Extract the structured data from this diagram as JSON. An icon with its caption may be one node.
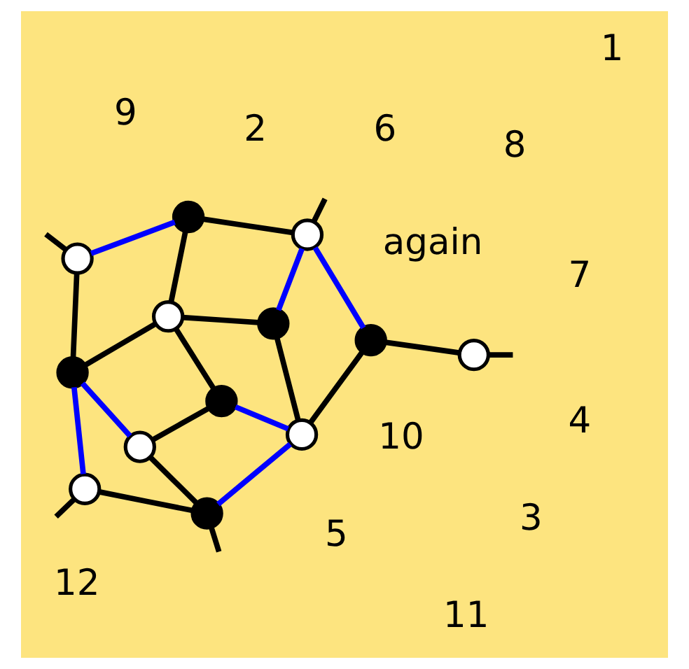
{
  "diagram": {
    "nodes": [
      {
        "text": [],
        "shape": "circle"
      },
      {
        "text": [],
        "shape": "circle"
      },
      {
        "text": [],
        "shape": "circle"
      },
      {
        "text": [],
        "shape": "circle"
      },
      {
        "text": [],
        "shape": "circle"
      },
      {
        "text": [],
        "shape": "circle"
      },
      {
        "text": [],
        "shape": "circle"
      },
      {
        "text": [],
        "shape": "circle"
      },
      {
        "text": [],
        "shape": "circle"
      },
      {
        "text": [],
        "shape": "circle"
      },
      {
        "text": [],
        "shape": "circle"
      },
      {
        "text": [],
        "shape": "circle"
      },
      {
        "text": [],
        "shape": "circle"
      }
    ],
    "edges": [
      {
        "from": null,
        "to": 0,
        "arrow": "none"
      },
      {
        "from": 0,
        "to": 1,
        "arrow": "none"
      },
      {
        "from": 0,
        "to": 2,
        "arrow": "none",
        "color": "#0000ff"
      },
      {
        "from": 0,
        "to": 7,
        "arrow": "none",
        "color": "#0000ff"
      },
      {
        "from": 1,
        "to": 3,
        "arrow": "none"
      },
      {
        "from": 1,
        "to": 4,
        "arrow": "none",
        "color": "#0000ff"
      },
      {
        "from": 2,
        "to": 3,
        "arrow": "none"
      },
      {
        "from": 2,
        "to": 6,
        "arrow": "none"
      },
      {
        "from": null,
        "to": 4,
        "arrow": "none"
      },
      {
        "from": 3,
        "to": 8,
        "arrow": "none"
      },
      {
        "from": 3,
        "to": 5,
        "arrow": "none"
      },
      {
        "from": 4,
        "to": 8,
        "arrow": "none"
      },
      {
        "from": 5,
        "to": 6,
        "arrow": "none",
        "color": "#0000ff"
      },
      {
        "from": 5,
        "to": 9,
        "arrow": "none"
      },
      {
        "from": 6,
        "to": 7,
        "arrow": "none"
      },
      {
        "from": 6,
        "to": 11,
        "arrow": "none",
        "color": "#0000ff"
      },
      {
        "from": 7,
        "to": 12,
        "arrow": "none"
      },
      {
        "from": 8,
        "to": 10,
        "arrow": "none",
        "color": "#0000ff"
      },
      {
        "from": 8,
        "to": 9,
        "arrow": "none",
        "color": "#0000ff"
      },
      {
        "from": null,
        "to": 10,
        "arrow": "none"
      },
      {
        "from": 10,
        "to": 11,
        "arrow": "none"
      },
      {
        "from": 9,
        "to": 11,
        "arrow": "none"
      },
      {
        "from": null,
        "to": 11,
        "arrow": "none"
      },
      {
        "from": null,
        "to": 12,
        "arrow": "none"
      }
    ],
    "labels": [
      "10",
      "8",
      "3",
      "6",
      "2",
      "5",
      "9",
      "4",
      "7",
      "12",
      "1",
      "11",
      "again"
    ]
  }
}
